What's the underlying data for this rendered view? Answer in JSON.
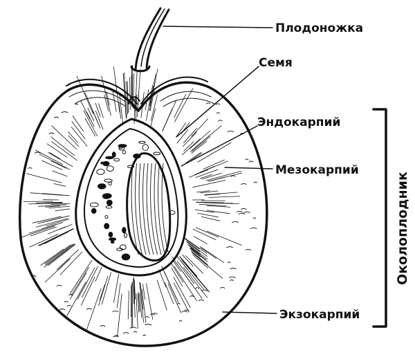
{
  "labels": {
    "stalk": "Плодоножка",
    "seed": "Семя",
    "endocarp": "Эндокарпий",
    "mesocarp": "Мезокарпий",
    "exocarp": "Экзокарпий",
    "pericarp": "Околоплодник"
  },
  "colors": {
    "ink": "#111111",
    "background": "#ffffff"
  }
}
